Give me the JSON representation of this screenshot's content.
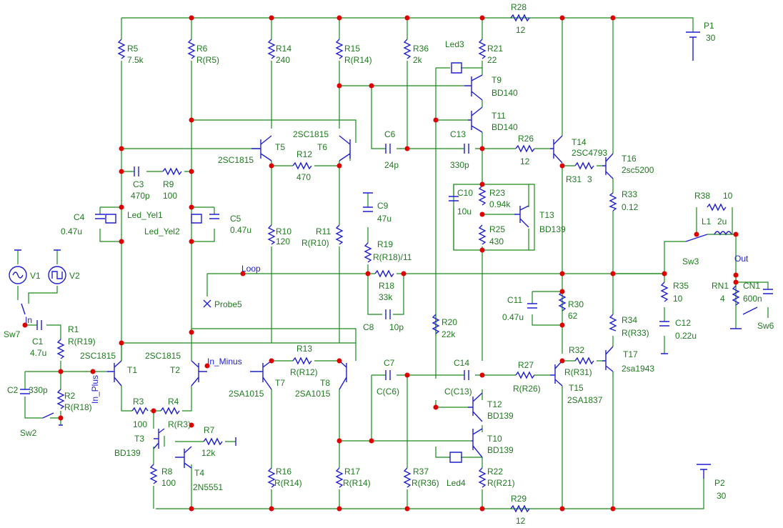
{
  "labels": {
    "R28": "R28",
    "R28v": "12",
    "P1": "P1",
    "P1v": "30",
    "P2": "P2",
    "P2v": "30",
    "R29": "R29",
    "R29v": "12",
    "R5": "R5",
    "R5v": "7.5k",
    "R6": "R6",
    "R6v": "R(R5)",
    "R14": "R14",
    "R14v": "240",
    "R15": "R15",
    "R15v": "R(R14)",
    "R36": "R36",
    "R36v": "2k",
    "Led3": "Led3",
    "R21": "R21",
    "R21v": "22",
    "T9": "T9",
    "T9v": "BD140",
    "T11": "T11",
    "T11v": "BD140",
    "T5": "T5",
    "T5v": "2SC1815",
    "T6": "T6",
    "T6v": "2SC1815",
    "R12": "R12",
    "R12v": "470",
    "C6": "C6",
    "C6v": "24p",
    "C13": "C13",
    "C13v": "330p",
    "R26": "R26",
    "R26v": "12",
    "T14": "T14",
    "T14v": "2SC4793",
    "T16": "T16",
    "T16v": "2sc5200",
    "R31": "R31",
    "R31v": "3",
    "C3": "C3",
    "C3v": "470p",
    "R9": "R9",
    "R9v": "100",
    "C10": "C10",
    "C10v": "10u",
    "R23": "R23",
    "R23v": "0.94k",
    "R33": "R33",
    "R33v": "0.12",
    "T13": "T13",
    "T13v": "BD139",
    "R25": "R25",
    "R25v": "430",
    "C4": "C4",
    "C4v": "0.47u",
    "Led_Yel1": "Led_Yel1",
    "Led_Yel2": "Led_Yel2",
    "C5": "C5",
    "C5v": "0.47u",
    "R10": "R10",
    "R10v": "120",
    "R11": "R11",
    "R11v": "R(R10)",
    "C9": "C9",
    "C9v": "47u",
    "R19": "R19",
    "R19v": "R(R18)/11",
    "R38": "R38",
    "R38v": "10",
    "L1": "L1",
    "L1v": "2u",
    "Sw3": "Sw3",
    "Out": "Out",
    "V1": "V1",
    "V2": "V2",
    "Loop": "Loop",
    "R18": "R18",
    "R18v": "33k",
    "R35": "R35",
    "R35v": "10",
    "RN1": "RN1",
    "RN1v": "4",
    "CN1": "CN1",
    "CN1v": "600n",
    "Probe5": "Probe5",
    "C8": "C8",
    "C8v": "10p",
    "R20": "R20",
    "R20v": "22k",
    "C11": "C11",
    "C11v": "0.47u",
    "R30": "R30",
    "R30v": "62",
    "C12": "C12",
    "C12v": "0.22u",
    "R34": "R34",
    "R34v": "R(R33)",
    "Sw6": "Sw6",
    "In": "In",
    "Sw7": "Sw7",
    "R1": "R1",
    "R1v": "R(R19)",
    "C1": "C1",
    "C1v": "4.7u",
    "T1": "T1",
    "T1v": "2SC1815",
    "T2": "T2",
    "T2v": "2SC1815",
    "In_Minus": "In_Minus",
    "In_Plus": "In_Plus",
    "R13": "R13",
    "R13v": "R(R12)",
    "T7": "T7",
    "T7v": "2SA1015",
    "T8": "T8",
    "T8v": "2SA1015",
    "C7": "C7",
    "C7v": "C(C6)",
    "C14": "C14",
    "C14v": "C(C13)",
    "R27": "R27",
    "R27v": "R(R26)",
    "R32": "R32",
    "R32v": "R(R31)",
    "T15": "T15",
    "T15v": "2SA1837",
    "T17": "T17",
    "T17v": "2sa1943",
    "C2": "C2",
    "C2v": "330p",
    "R2": "R2",
    "R2v": "R(R18)",
    "Sw2": "Sw2",
    "R3": "R3",
    "R3v": "100",
    "R4": "R4",
    "R4v": "R(R3)",
    "T12": "T12",
    "T12v": "BD139",
    "T10": "T10",
    "T10v": "BD139",
    "T3": "T3",
    "T3v": "BD139",
    "R7": "R7",
    "R7v": "12k",
    "T4": "T4",
    "T4v": "2N5551",
    "R8": "R8",
    "R8v": "100",
    "R16": "R16",
    "R16v": "R(R14)",
    "R17": "R17",
    "R17v": "R(R14)",
    "R37": "R37",
    "R37v": "R(R36)",
    "Led4": "Led4",
    "R22": "R22",
    "R22v": "R(R21)"
  }
}
